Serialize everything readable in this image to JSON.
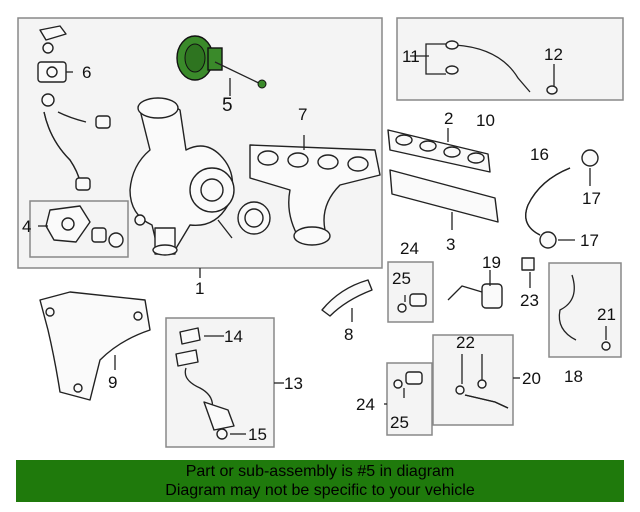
{
  "colors": {
    "highlight": "#3a8a2a",
    "banner": "#1f7a0c"
  },
  "callouts": {
    "c1": "1",
    "c2": "2",
    "c3": "3",
    "c4": "4",
    "c5": "5",
    "c6": "6",
    "c7": "7",
    "c8": "8",
    "c9": "9",
    "c10": "10",
    "c11": "11",
    "c12": "12",
    "c13": "13",
    "c14": "14",
    "c15": "15",
    "c16": "16",
    "c17a": "17",
    "c17b": "17",
    "c18": "18",
    "c19": "19",
    "c20": "20",
    "c21": "21",
    "c22": "22",
    "c23": "23",
    "c24a": "24",
    "c24b": "24",
    "c25a": "25",
    "c25b": "25"
  },
  "notice": {
    "line1": "Part or sub-assembly is #5 in diagram",
    "line2": "Diagram may not be specific to your vehicle"
  }
}
